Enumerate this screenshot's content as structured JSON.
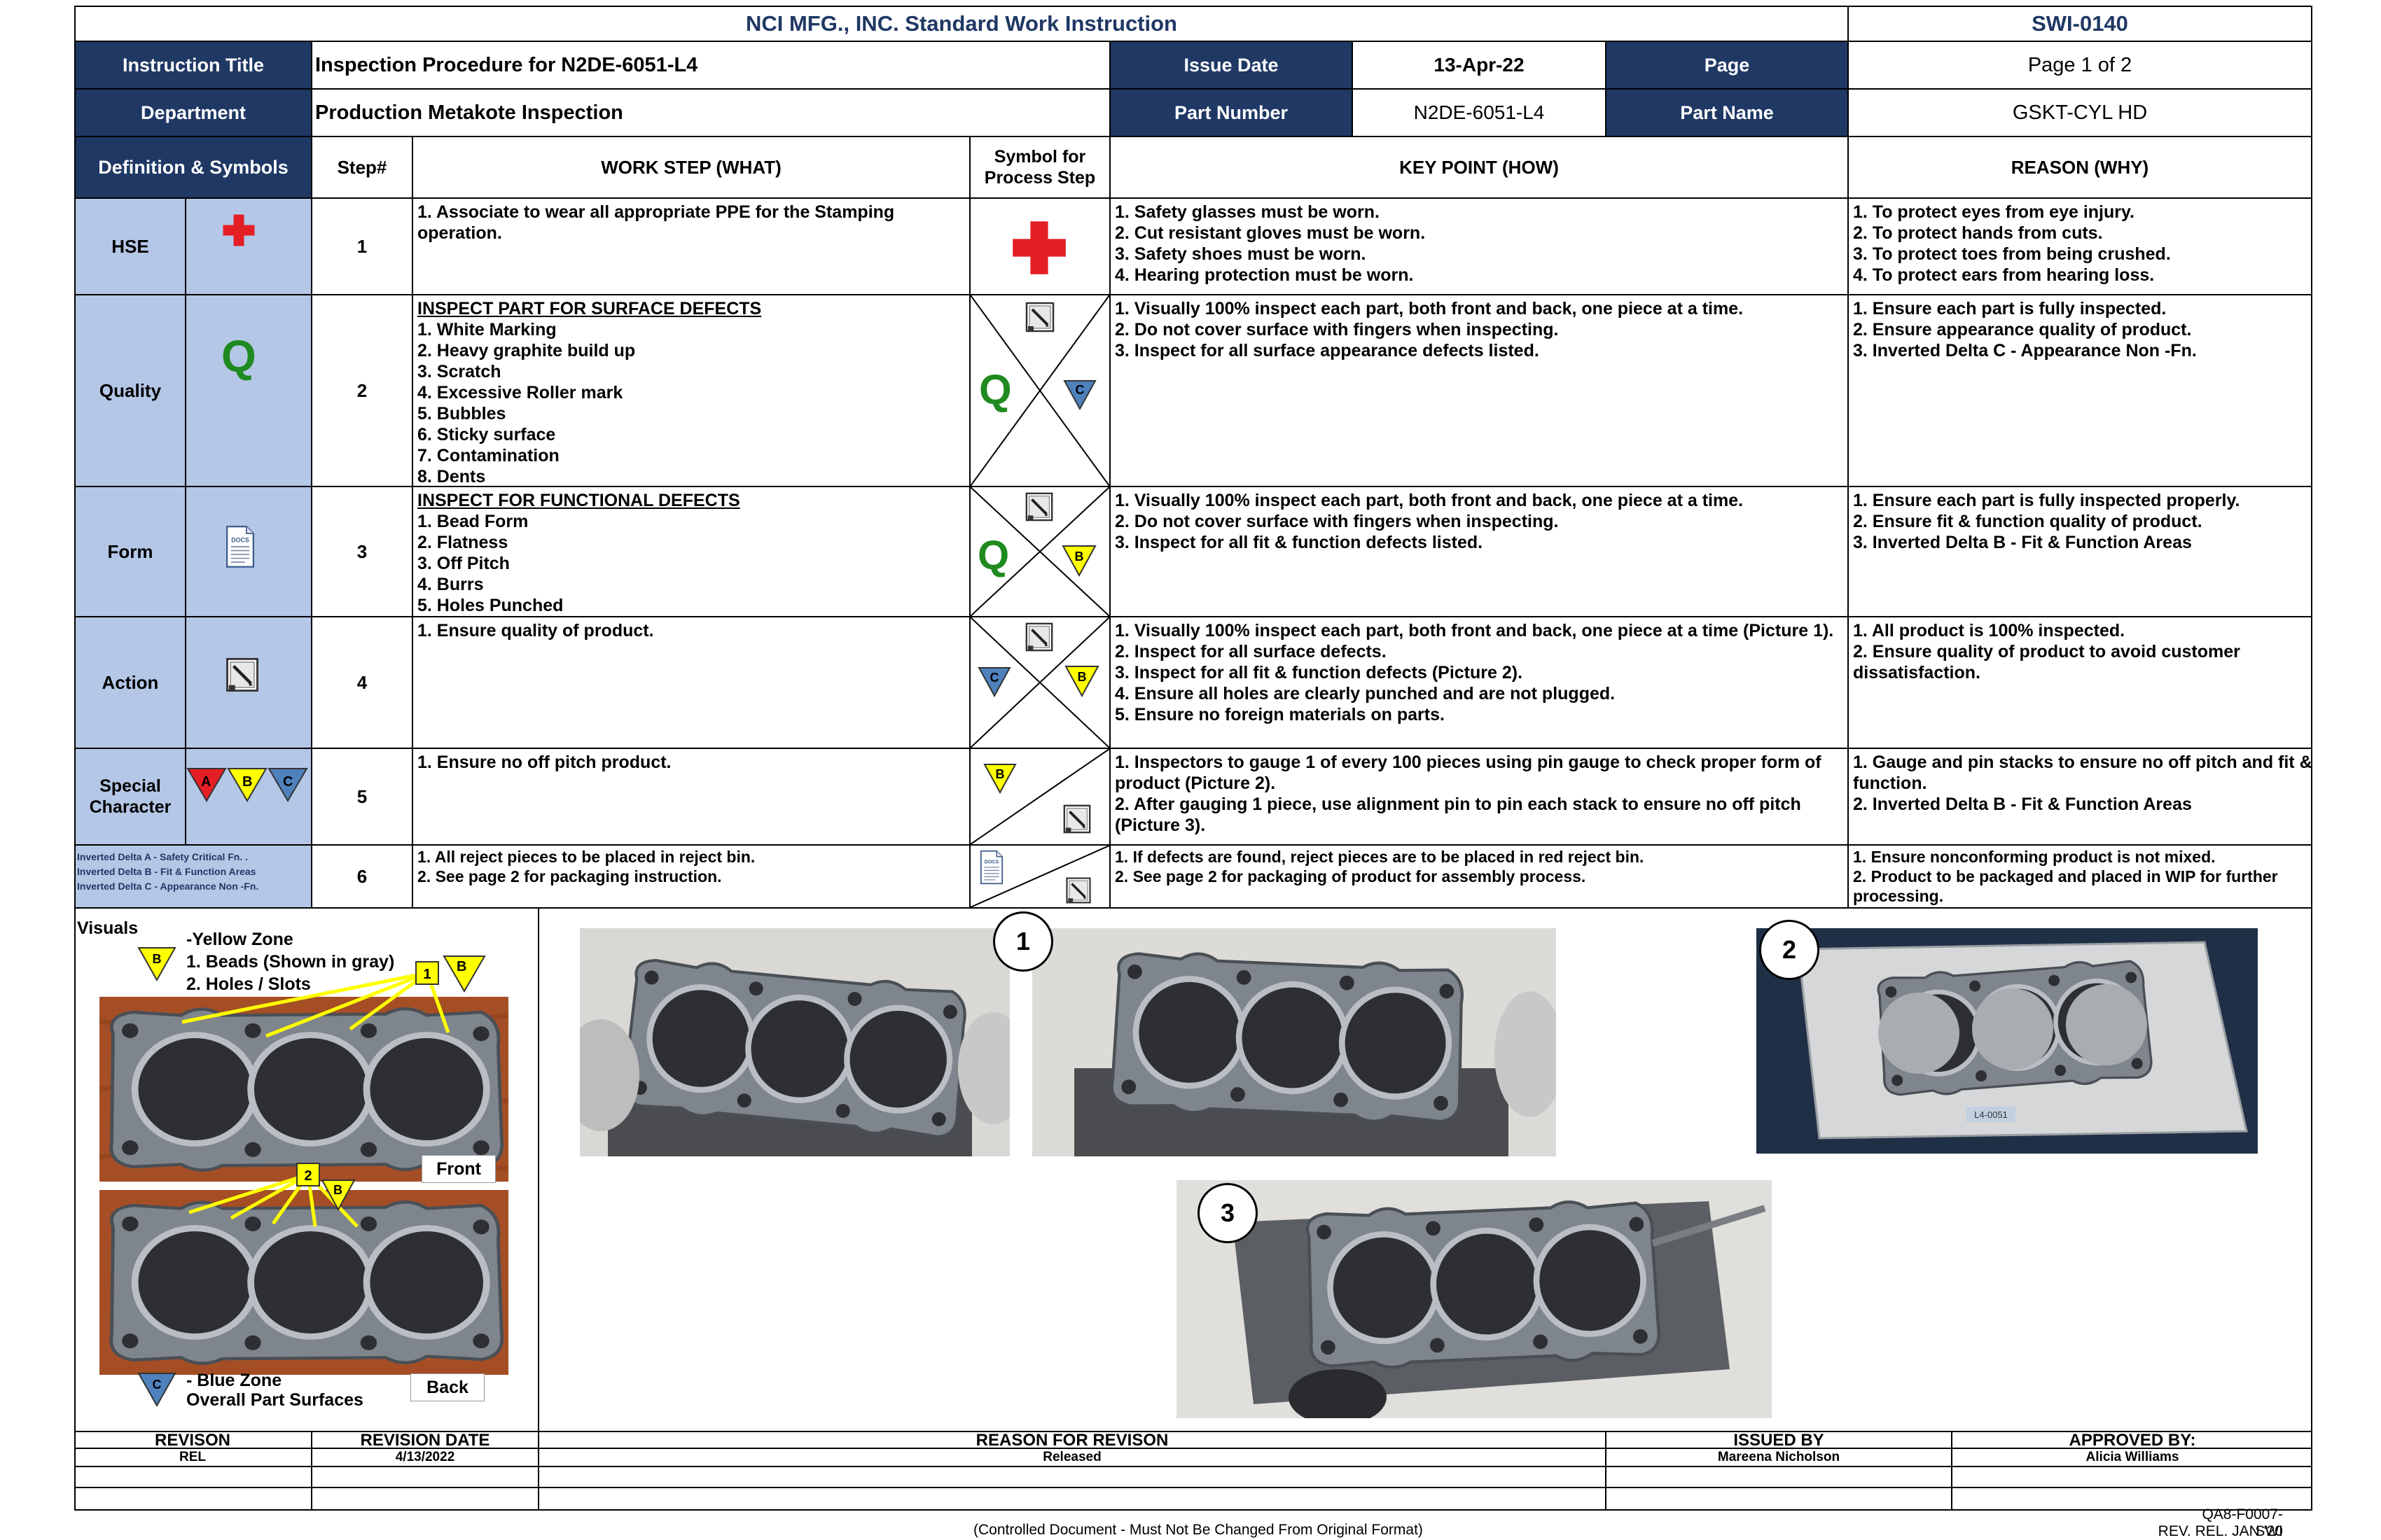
{
  "header": {
    "company_title": "NCI MFG., INC. Standard Work Instruction",
    "doc_number": "SWI-0140",
    "instruction_title_label": "Instruction Title",
    "instruction_title": "Inspection Procedure for N2DE-6051-L4",
    "issue_date_label": "Issue Date",
    "issue_date": "13-Apr-22",
    "page_label": "Page",
    "page_value": "Page 1 of 2",
    "department_label": "Department",
    "department": "Production Metakote Inspection",
    "part_number_label": "Part Number",
    "part_number": "N2DE-6051-L4",
    "part_name_label": "Part Name",
    "part_name": "GSKT-CYL HD"
  },
  "columns": {
    "definition": "Definition & Symbols",
    "step": "Step#",
    "work_step": "WORK STEP (WHAT)",
    "symbol_line1": "Symbol for",
    "symbol_line2": "Process Step",
    "key_point": "KEY POINT (HOW)",
    "reason": "REASON (WHY)"
  },
  "definitions": {
    "hse": "HSE",
    "quality": "Quality",
    "quality_symbol": "Q",
    "form": "Form",
    "action": "Action",
    "special_line1": "Special",
    "special_line2": "Character",
    "delta_a": "A",
    "delta_b": "B",
    "delta_c": "C",
    "legend": [
      "Inverted Delta A - Safety Critical Fn. .",
      "Inverted Delta B - Fit & Function Areas",
      "Inverted Delta C  - Appearance Non -Fn."
    ],
    "form_icon_text": "DOCS"
  },
  "colors": {
    "navy": "#1f3864",
    "light_blue": "#b4c7e7",
    "red": "#e31e24",
    "green": "#1f8a1f",
    "yellow": "#ffff00",
    "blue_delta": "#4f81bd"
  },
  "steps": [
    {
      "num": "1",
      "what": [
        "1. Associate to wear all appropriate PPE for the Stamping",
        "operation."
      ],
      "how": [
        "1. Safety glasses must be worn.",
        "2. Cut resistant gloves must be worn.",
        "3. Safety shoes must be worn.",
        "4. Hearing protection must be worn."
      ],
      "why": [
        "1. To protect eyes from eye injury.",
        "2. To protect hands from cuts.",
        "3. To protect toes from being crushed.",
        "4. To protect ears from hearing loss."
      ]
    },
    {
      "num": "2",
      "heading": "INSPECT PART FOR SURFACE DEFECTS",
      "what": [
        "1. White Marking",
        "2. Heavy graphite build up",
        "3. Scratch",
        "4. Excessive Roller mark",
        "5. Bubbles",
        "6. Sticky surface",
        "7. Contamination",
        "8. Dents"
      ],
      "how": [
        "1. Visually 100% inspect each part, both front and back, one piece at a time.",
        "2. Do not cover surface with fingers when inspecting.",
        "3. Inspect for all surface appearance defects listed."
      ],
      "why": [
        "1. Ensure each part is fully inspected.",
        "2. Ensure appearance quality of product.",
        "3. Inverted Delta C  - Appearance Non -Fn."
      ]
    },
    {
      "num": "3",
      "heading": "INSPECT FOR FUNCTIONAL DEFECTS",
      "what": [
        "1. Bead Form",
        "2. Flatness",
        "3. Off Pitch",
        "4. Burrs",
        "5. Holes Punched"
      ],
      "how": [
        "1. Visually 100% inspect each part, both front and back, one piece at a time.",
        "2. Do not cover surface with fingers when inspecting.",
        "3. Inspect for all fit & function defects listed."
      ],
      "why": [
        "1. Ensure each part is fully inspected properly.",
        "2. Ensure fit & function quality of product.",
        "3. Inverted Delta B - Fit & Function Areas"
      ]
    },
    {
      "num": "4",
      "what": [
        "1. Ensure quality of product."
      ],
      "how": [
        "1. Visually 100% inspect each part, both front and back, one piece at a time (Picture 1).",
        "2. Inspect for all surface defects.",
        "3. Inspect for all fit & function defects (Picture 2).",
        "4. Ensure all holes are clearly punched and are not plugged.",
        "5. Ensure no foreign materials on parts."
      ],
      "why": [
        "1. All product is 100% inspected.",
        "2. Ensure quality of product to avoid customer",
        "dissatisfaction."
      ]
    },
    {
      "num": "5",
      "what": [
        "1. Ensure no off pitch product."
      ],
      "how": [
        "1. Inspectors to gauge 1 of every 100 pieces using pin gauge to check proper form of",
        "product (Picture 2).",
        "2. After gauging 1 piece, use alignment pin to pin each stack to ensure no off pitch",
        "(Picture 3)."
      ],
      "why": [
        "1. Gauge and pin stacks to ensure no off pitch and fit &",
        "function.",
        "2. Inverted Delta B - Fit & Function Areas"
      ]
    },
    {
      "num": "6",
      "what": [
        "1. All reject pieces to be placed in reject bin.",
        "2. See page 2 for packaging instruction."
      ],
      "how": [
        "1. If defects are found, reject pieces are to be placed in red reject bin.",
        "2. See page 2 for packaging of product for assembly process."
      ],
      "why": [
        "1. Ensure nonconforming product is not mixed.",
        "2. Product to be packaged and placed in WIP for further",
        "processing."
      ]
    }
  ],
  "visuals": {
    "title": "Visuals",
    "yellow_zone": "-Yellow Zone",
    "beads": "1. Beads (Shown in gray)",
    "holes": "2. Holes / Slots",
    "front": "Front",
    "back": "Back",
    "blue_zone": "- Blue Zone",
    "overall": "Overall Part Surfaces",
    "callout_1": "1",
    "callout_2": "2",
    "delta_b": "B",
    "delta_c": "C",
    "picture_numbers": [
      "1",
      "2",
      "3"
    ],
    "fixture_label": "L4-0051"
  },
  "revision": {
    "headers": [
      "REVISON",
      "REVISION DATE",
      "REASON FOR REVISON",
      "ISSUED BY",
      "APPROVED BY:"
    ],
    "row": [
      "REL",
      "4/13/2022",
      "Released",
      "Mareena Nicholson",
      "Alicia Williams"
    ]
  },
  "footer": {
    "controlled": "(Controlled Document - Must Not Be Changed From Original Format)",
    "form_number": "QA8-F0007-SWI",
    "rev": "REV. REL. JAN '20"
  }
}
